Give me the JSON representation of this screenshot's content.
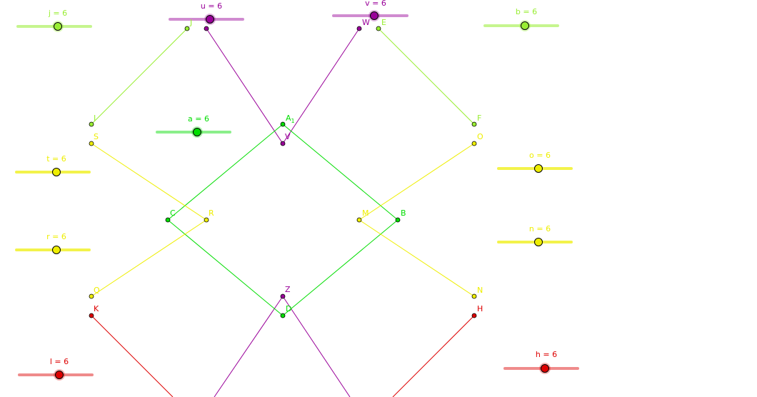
{
  "colors": {
    "green": "#00dd00",
    "lime": "#99ee33",
    "yellow": "#eeee00",
    "purple": "#990099",
    "red": "#dd0000"
  },
  "sliders": [
    {
      "label": "j = 6",
      "color": "lime",
      "icon": "slider-knob"
    },
    {
      "label": "u = 6",
      "color": "purple",
      "icon": "slider-knob"
    },
    {
      "label": "v = 6",
      "color": "purple",
      "icon": "slider-knob"
    },
    {
      "label": "b = 6",
      "color": "lime",
      "icon": "slider-knob"
    },
    {
      "label": "a = 6",
      "color": "green",
      "icon": "slider-knob"
    },
    {
      "label": "t = 6",
      "color": "yellow",
      "icon": "slider-knob"
    },
    {
      "label": "o = 6",
      "color": "yellow",
      "icon": "slider-knob"
    },
    {
      "label": "r = 6",
      "color": "yellow",
      "icon": "slider-knob"
    },
    {
      "label": "n = 6",
      "color": "yellow",
      "icon": "slider-knob"
    },
    {
      "label": "l = 6",
      "color": "red",
      "icon": "slider-knob"
    },
    {
      "label": "h = 6",
      "color": "red",
      "icon": "slider-knob"
    }
  ],
  "points": {
    "J": "J",
    "W": "W",
    "E": "E",
    "I": "I",
    "F": "F",
    "S": "S",
    "O": "O",
    "A1": "A",
    "A1_sub": "1",
    "V": "V",
    "C": "C",
    "R": "R",
    "M": "M",
    "B": "B",
    "Q": "Q",
    "N": "N",
    "Z": "Z",
    "D": "D",
    "K": "K",
    "H": "H"
  }
}
